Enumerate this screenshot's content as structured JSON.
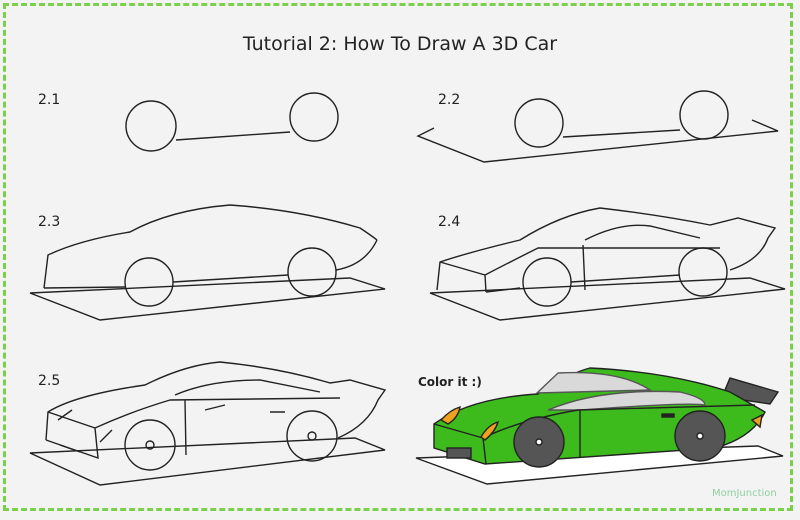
{
  "title": "Tutorial 2: How To Draw A 3D Car",
  "steps": [
    {
      "label": "2.1"
    },
    {
      "label": "2.2"
    },
    {
      "label": "2.3"
    },
    {
      "label": "2.4"
    },
    {
      "label": "2.5"
    },
    {
      "label": "Color it :)"
    }
  ],
  "watermark": "MomJunction",
  "colors": {
    "border": "#7ccf4a",
    "car_body": "#3dbb1c",
    "windows": "#d9d9d9",
    "wheels": "#555555",
    "lights": "#f0a020",
    "spoiler": "#555555"
  }
}
